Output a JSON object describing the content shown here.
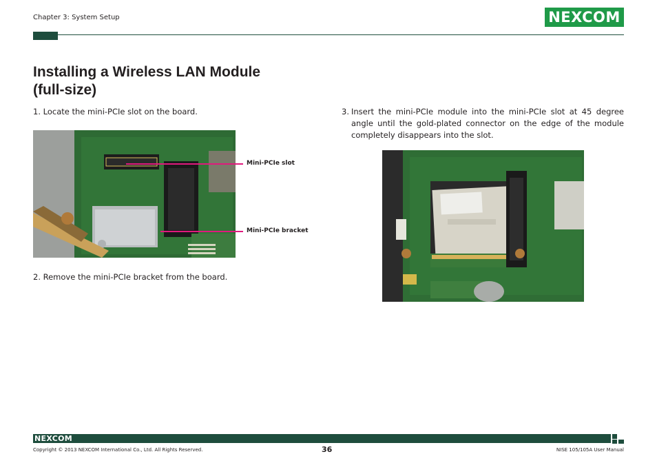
{
  "header": {
    "chapter": "Chapter 3: System Setup",
    "logo_text": "NEXCOM"
  },
  "title": {
    "line1": "Installing a Wireless LAN Module",
    "line2": "(full-size)"
  },
  "steps": {
    "step1": "1. Locate the mini-PCIe slot on the board.",
    "step2": "2. Remove the mini-PCIe bracket from the board.",
    "step3_num": "3.",
    "step3": "Insert the mini-PCIe module into the mini-PCIe slot at 45 degree angle until the gold-plated connector on the edge of the module completely disappears into the slot."
  },
  "callouts": {
    "slot": "Mini-PCIe slot",
    "bracket": "Mini-PCIe bracket"
  },
  "footer": {
    "logo_text": "NEXCOM",
    "copyright": "Copyright © 2013 NEXCOM International Co., Ltd. All Rights Reserved.",
    "page_number": "36",
    "manual": "NISE 105/105A User Manual"
  },
  "colors": {
    "brand_green": "#1f9a48",
    "dark_green": "#1e4d3d",
    "callout_line": "#e0197d"
  }
}
